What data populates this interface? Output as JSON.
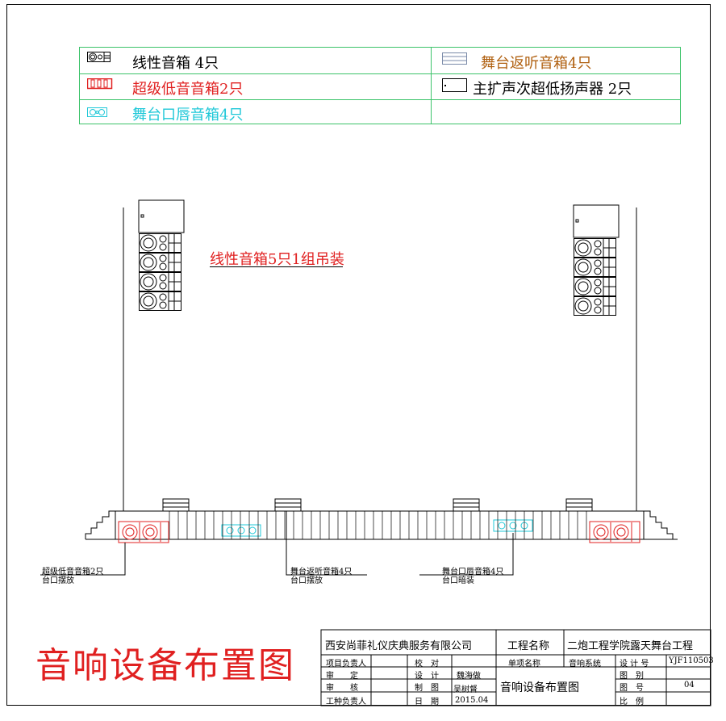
{
  "legend": {
    "line_array": "线性音箱 4只",
    "subwoofer": "超级低音音箱2只",
    "stage_lip": "舞台口唇音箱4只",
    "monitor": "舞台返听音箱4只",
    "main_sub": "主扩声次超低扬声器 2只"
  },
  "hang_label": "线性音箱5只1组吊装",
  "annotations": {
    "sub_line1": "超级低音音箱2只",
    "sub_line2": "台口摆放",
    "monitor_line1": "舞台返听音箱4只",
    "monitor_line2": "台口摆放",
    "lip_line1": "舞台口唇音箱4只",
    "lip_line2": "台口暗装"
  },
  "big_title": "音响设备布置图",
  "title_block": {
    "company": "西安尚菲礼仪庆典服务有限公司",
    "project_name_label": "工程名称",
    "project_name": "二炮工程学院露天舞台工程",
    "r1c1": "项目负责人",
    "r1c2": "校　对",
    "r1c3": "单项名称",
    "r1c4": "音响系统",
    "r1c5": "设 计 号",
    "r1c6": "YJF110503",
    "r2c1": "审　　定",
    "r2c2": "设　计",
    "r2c3": "魏海做",
    "r2c5": "图　别",
    "r3c1": "审　　核",
    "r3c2": "制　图",
    "r3c3": "吴树督",
    "drawing_name": "音响设备布置图",
    "r3c5": "图　号",
    "r3c6": "04",
    "r4c1": "工种负责人",
    "r4c2": "日　期",
    "r4c3": "2015.04",
    "r4c5": "比　例"
  },
  "colors": {
    "legend_border": "#3cc36a",
    "red": "#e02020",
    "cyan": "#20c8d8",
    "brown": "#b06010",
    "ink": "#000000"
  }
}
